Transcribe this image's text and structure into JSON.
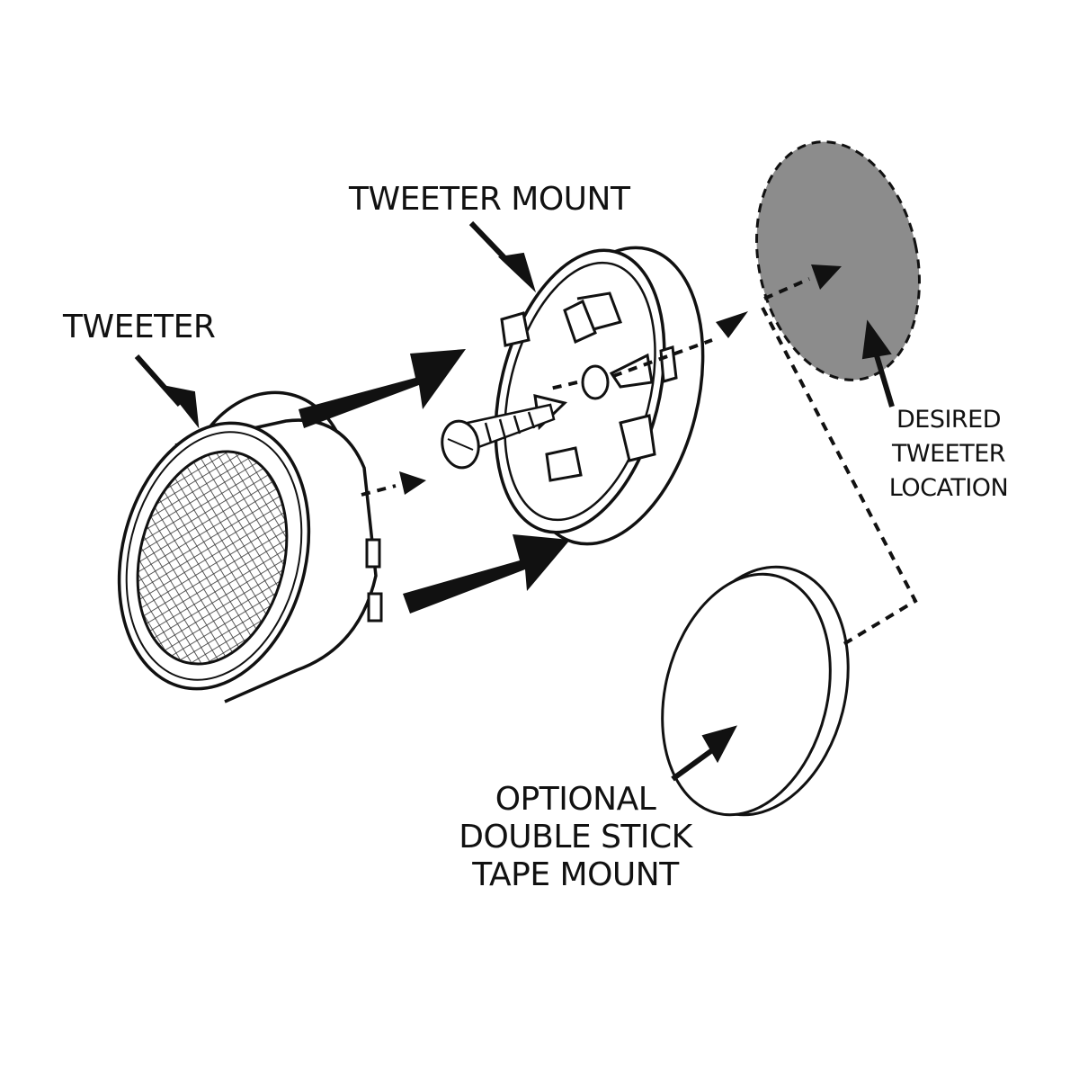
{
  "labels": {
    "tweeter": "TWEETER",
    "tweeter_mount": "TWEETER MOUNT",
    "desired_location": [
      "DESIRED",
      "TWEETER",
      "LOCATION"
    ],
    "tape_mount": [
      "OPTIONAL",
      "DOUBLE STICK",
      "TAPE MOUNT"
    ]
  },
  "parts": {
    "tweeter_icon": "tweeter-speaker-icon",
    "mount_icon": "mounting-cup-icon",
    "screw_icon": "screw-icon",
    "location_icon": "shaded-ellipse-icon",
    "tape_icon": "adhesive-disc-icon"
  },
  "colors": {
    "ink": "#111111",
    "location_fill": "#8c8c8c",
    "background": "#ffffff"
  }
}
